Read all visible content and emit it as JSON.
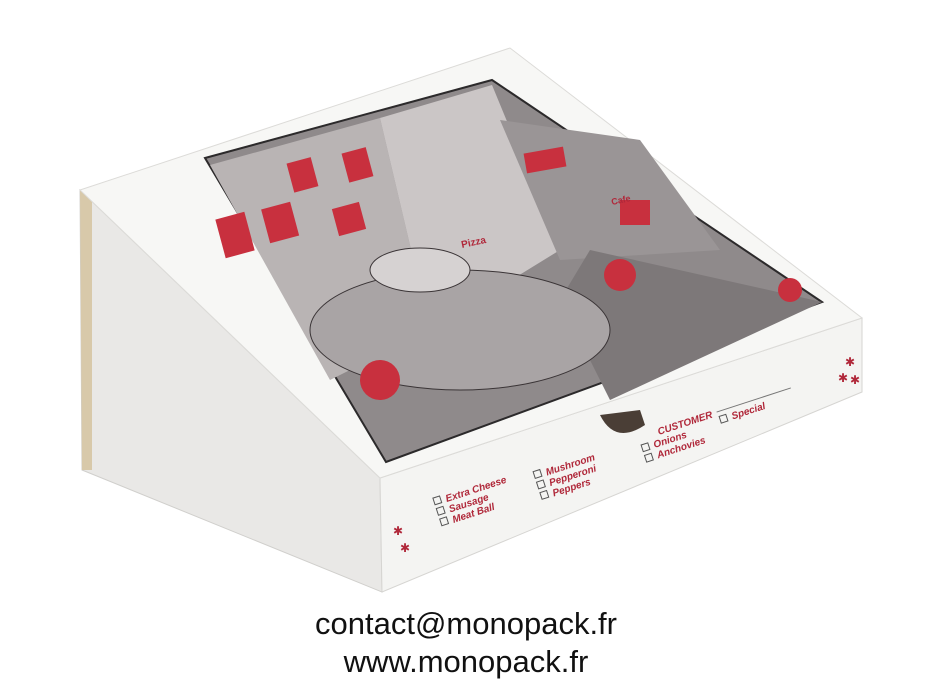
{
  "box": {
    "side_labels": {
      "heading": "CUSTOMER",
      "col1": [
        "Extra Cheese",
        "Sausage",
        "Meat Ball"
      ],
      "col2": [
        "Mushroom",
        "Pepperoni",
        "Peppers"
      ],
      "col3": [
        "Onions",
        "Anchovies"
      ],
      "col4": [
        "Special"
      ]
    },
    "illustration_signs": {
      "pizza": "Pizza",
      "cafe": "Cafe"
    },
    "colors": {
      "print_red": "#b0283a",
      "print_dark": "#3a3436",
      "cardboard": "#f3f3f1"
    }
  },
  "contact": {
    "email": "contact@monopack.fr",
    "website": "www.monopack.fr"
  }
}
